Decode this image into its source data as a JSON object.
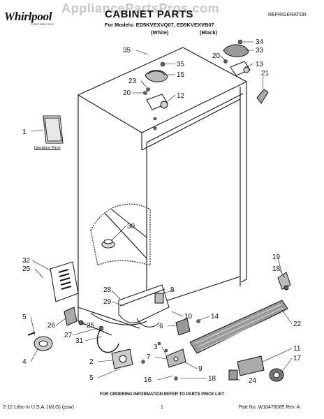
{
  "header": {
    "brand": "Whirlpool",
    "brand_sub": "CORPORATION",
    "title": "CABINET PARTS",
    "models_line": "For Models: ED5KVEXVQ07, ED5KVEXVB07",
    "variant_white": "(White)",
    "variant_black": "(Black)",
    "category": "REFRIGERATOR",
    "watermark": "AppliancePartsPros.com"
  },
  "diagram": {
    "literature_label": "Literature Parts",
    "callouts": [
      "35",
      "34",
      "33",
      "35",
      "15",
      "20",
      "13",
      "23",
      "21",
      "20",
      "12",
      "1",
      "30",
      "32",
      "25",
      "19",
      "18",
      "28",
      "8",
      "29",
      "10",
      "14",
      "5",
      "26",
      "25",
      "6",
      "22",
      "27",
      "31",
      "3",
      "11",
      "7",
      "17",
      "2",
      "4",
      "9",
      "5",
      "16",
      "18",
      "24"
    ]
  },
  "footer": {
    "notice": "FOR ORDERING INFORMATION REFER TO PARTS PRICE LIST",
    "left": "2-12 Litho In U.S.A. (MLG) (psw)",
    "page": "1",
    "part_no": "Part No. W10478085 Rev. A"
  }
}
